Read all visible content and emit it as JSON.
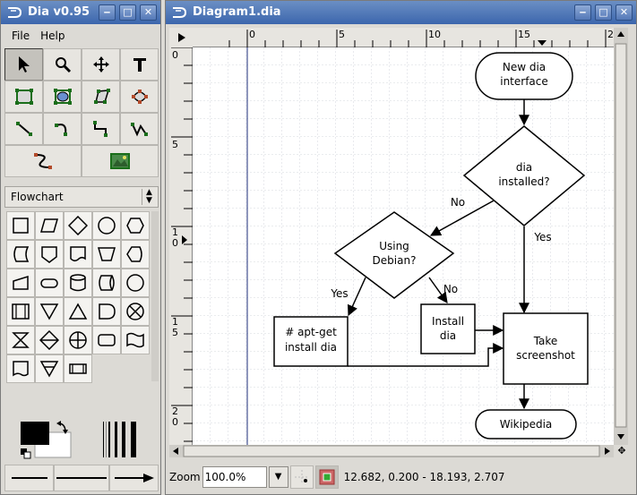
{
  "toolbox": {
    "title": "Dia v0.95",
    "menu": [
      "File",
      "Help"
    ],
    "sheet": "Flowchart",
    "tools": [
      "pointer-icon",
      "zoom-icon",
      "move-icon",
      "text-icon",
      "box-icon",
      "ellipse-icon",
      "polygon-icon",
      "beziergon-icon",
      "line-icon",
      "arc-icon",
      "zigzag-icon",
      "polyline-icon",
      "bezierline-icon",
      "image-icon"
    ]
  },
  "diagram": {
    "title": "Diagram1.dia",
    "hruler_ticks": [
      "0",
      "5",
      "10",
      "15",
      "2"
    ],
    "vruler_ticks": [
      "0",
      "5",
      "1\n0",
      "1\n5",
      "2\n0"
    ],
    "zoom_label": "Zoom",
    "zoom_value": "100.0%",
    "coordinates": "12.682, 0.200 - 18.193, 2.707",
    "nodes": {
      "start": [
        "New dia",
        "interface"
      ],
      "installed": [
        "dia",
        "installed?"
      ],
      "debian": [
        "Using",
        "Debian?"
      ],
      "aptget": [
        "# apt-get",
        "install dia"
      ],
      "install": [
        "Install",
        "dia"
      ],
      "screenshot": [
        "Take",
        "screenshot"
      ],
      "wikipedia": [
        "Wikipedia"
      ]
    },
    "edges": {
      "no1": "No",
      "yes1": "Yes",
      "yes2": "Yes",
      "no2": "No"
    }
  }
}
